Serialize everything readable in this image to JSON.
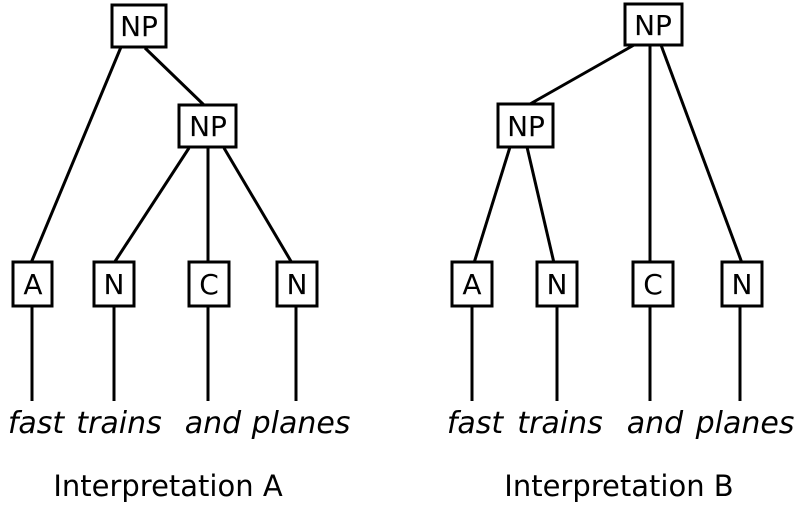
{
  "figure": {
    "colors": {
      "background": "#ffffff",
      "stroke": "#000000",
      "text": "#000000"
    },
    "sentence": [
      "fast",
      "trains",
      "and",
      "planes"
    ],
    "trees": [
      {
        "caption": "Interpretation A",
        "nodes": {
          "root": "NP",
          "inner": "NP",
          "leaves": [
            "A",
            "N",
            "C",
            "N"
          ]
        },
        "words": [
          "fast",
          "trains",
          "and",
          "planes"
        ],
        "root_children": [
          "A",
          "NP"
        ],
        "inner_children": [
          "N",
          "C",
          "N"
        ]
      },
      {
        "caption": "Interpretation B",
        "nodes": {
          "root": "NP",
          "inner": "NP",
          "leaves": [
            "A",
            "N",
            "C",
            "N"
          ]
        },
        "words": [
          "fast",
          "trains",
          "and",
          "planes"
        ],
        "root_children": [
          "NP",
          "C",
          "N"
        ],
        "inner_children": [
          "A",
          "N"
        ]
      }
    ]
  }
}
